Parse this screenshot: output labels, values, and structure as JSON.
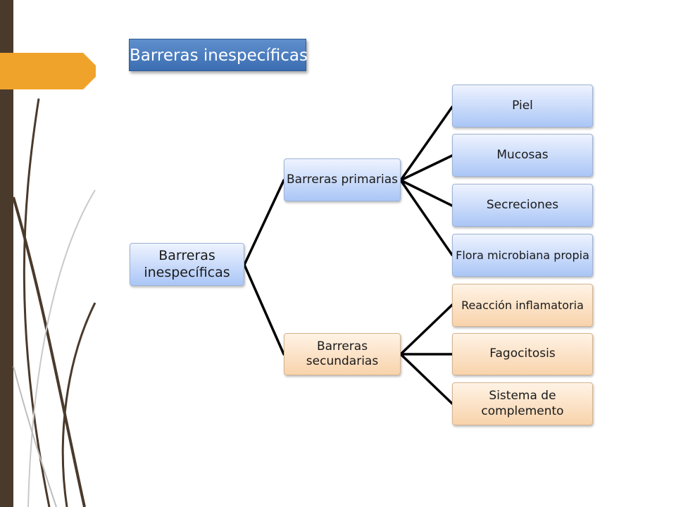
{
  "slide": {
    "title": "Barreras inespecíficas",
    "colors": {
      "left_bar": "#4a3a2c",
      "accent_tab": "#f0a32a",
      "title_fill": "#4a7cc0",
      "blue_node": "#b8cff7",
      "peach_node": "#fbd9b5",
      "connector": "#000000"
    }
  },
  "diagram": {
    "root": {
      "label": "Barreras\ninespecíficas"
    },
    "branches": [
      {
        "label": "Barreras primarias",
        "leaves": [
          "Piel",
          "Mucosas",
          "Secreciones",
          "Flora microbiana propia"
        ]
      },
      {
        "label": "Barreras\nsecundarias",
        "leaves": [
          "Reacción inflamatoria",
          "Fagocitosis",
          "Sistema de\ncomplemento"
        ]
      }
    ]
  }
}
